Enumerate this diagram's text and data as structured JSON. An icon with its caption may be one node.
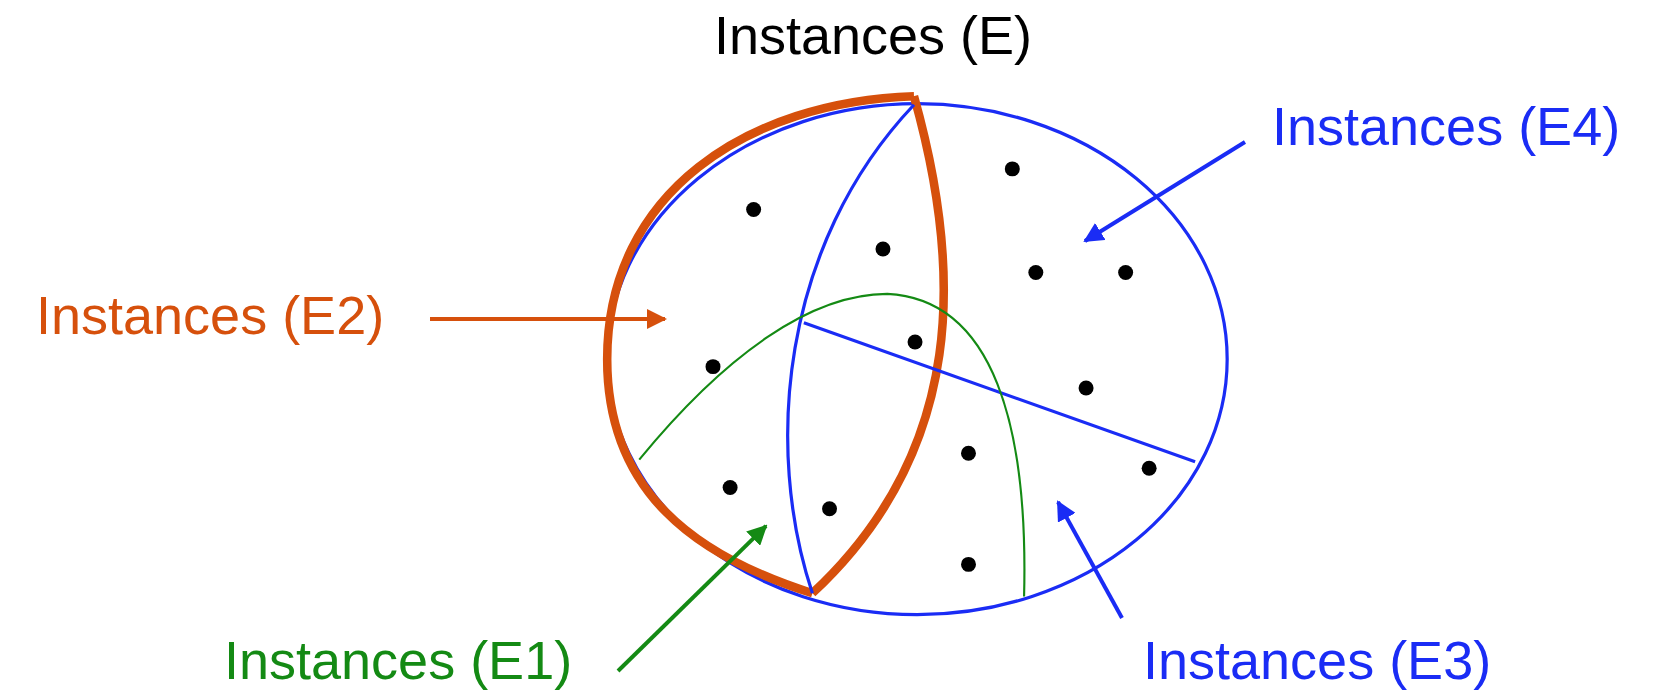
{
  "diagram": {
    "nodes": [
      {
        "text": [
          "Instances (E)"
        ]
      },
      {
        "text": [
          "Instances (E4)"
        ]
      },
      {
        "text": [
          "Instances (E2)"
        ]
      },
      {
        "text": [
          "Instances (E1)"
        ]
      },
      {
        "text": [
          "Instances (E3)"
        ]
      }
    ],
    "edges": [
      {
        "from": 1,
        "to": 0,
        "arrow": "to",
        "color": "#1a2cf5"
      },
      {
        "from": 2,
        "to": 0,
        "arrow": "to",
        "color": "#d6500c"
      },
      {
        "from": 3,
        "to": 0,
        "arrow": "to",
        "color": "#148a14"
      },
      {
        "from": 4,
        "to": 0,
        "arrow": "to",
        "color": "#1a2cf5"
      }
    ]
  }
}
